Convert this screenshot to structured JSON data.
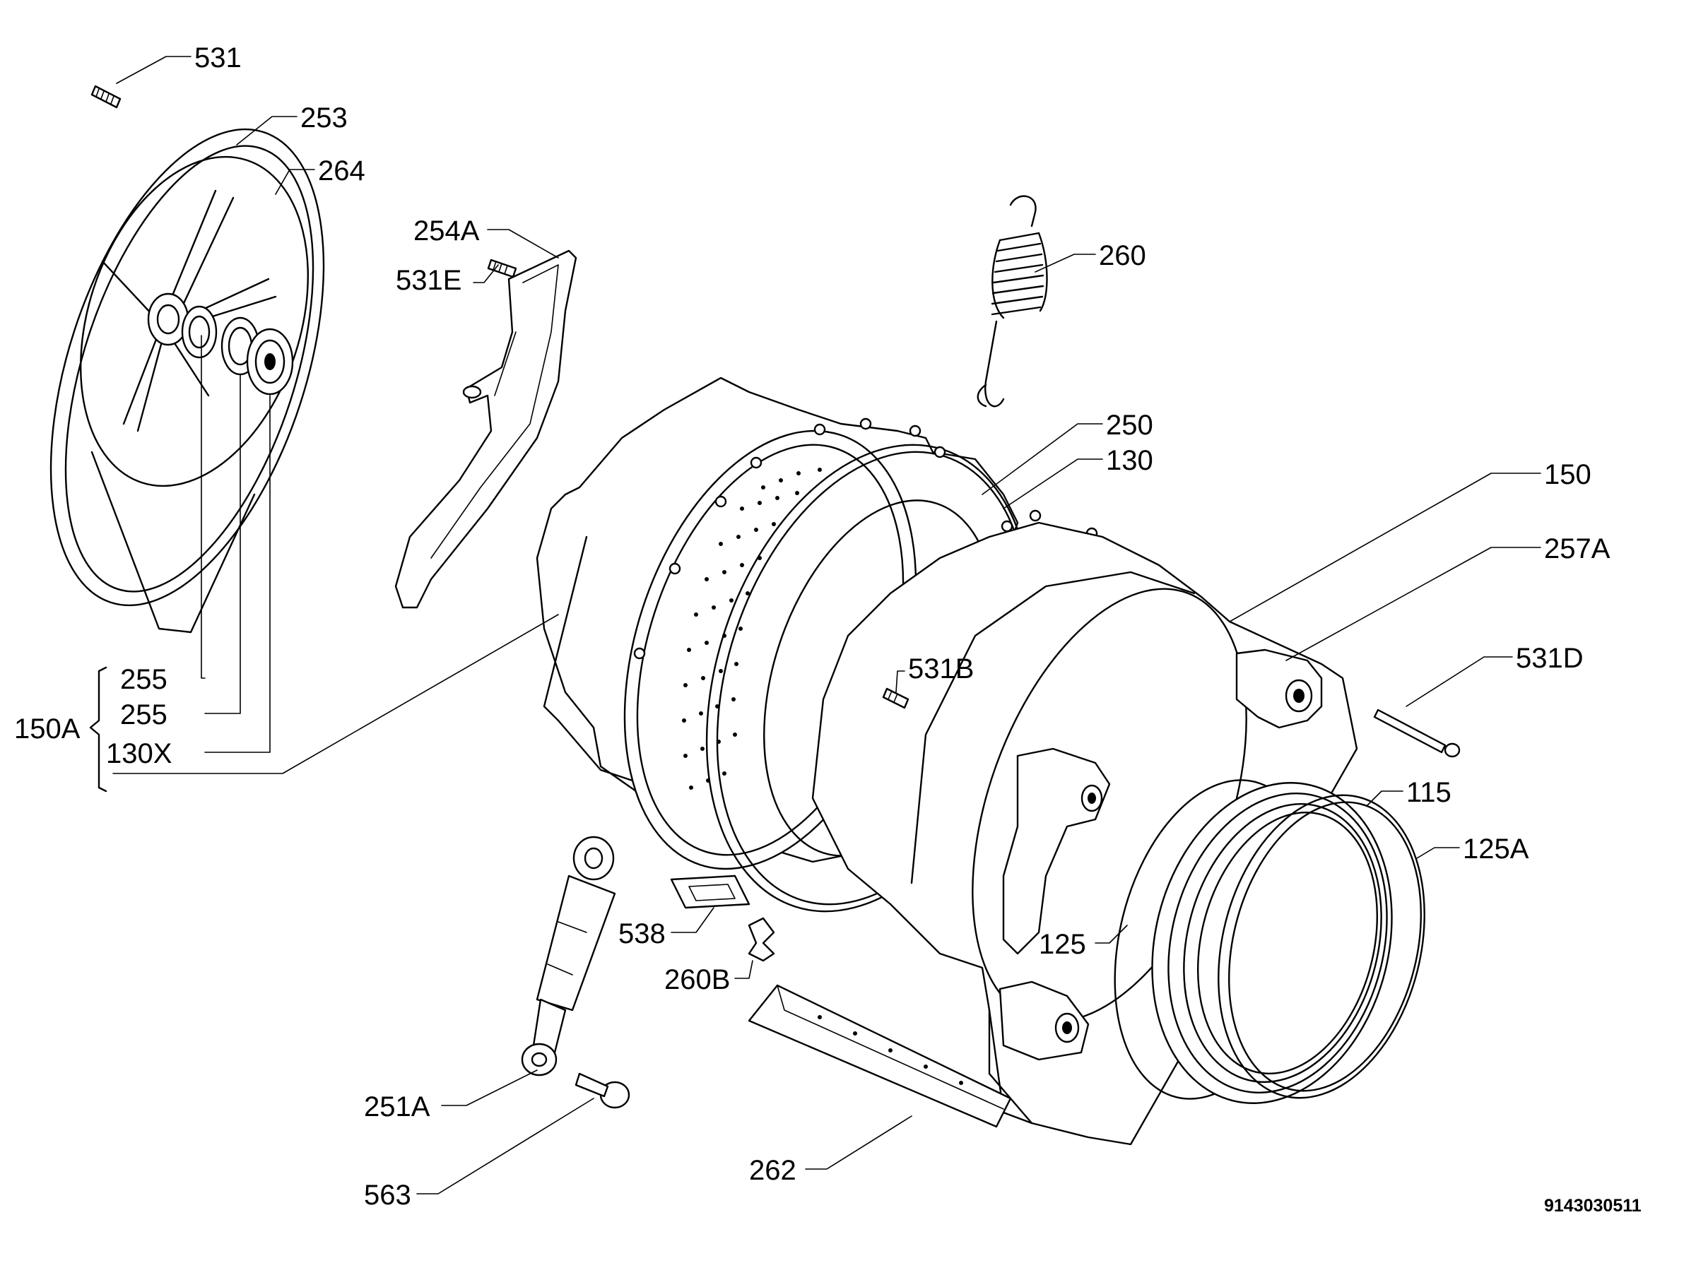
{
  "diagram": {
    "labels": {
      "p531": "531",
      "p253": "253",
      "p264": "264",
      "p254A": "254A",
      "p531E": "531E",
      "p260": "260",
      "p250": "250",
      "p130": "130",
      "p150": "150",
      "p257A": "257A",
      "p531D": "531D",
      "p531B": "531B",
      "p255a": "255",
      "p255b": "255",
      "p150A": "150A",
      "p130X": "130X",
      "p115": "115",
      "p125A": "125A",
      "p125": "125",
      "p538": "538",
      "p260B": "260B",
      "p251A": "251A",
      "p262": "262",
      "p563": "563"
    },
    "document_code": "9143030511"
  }
}
